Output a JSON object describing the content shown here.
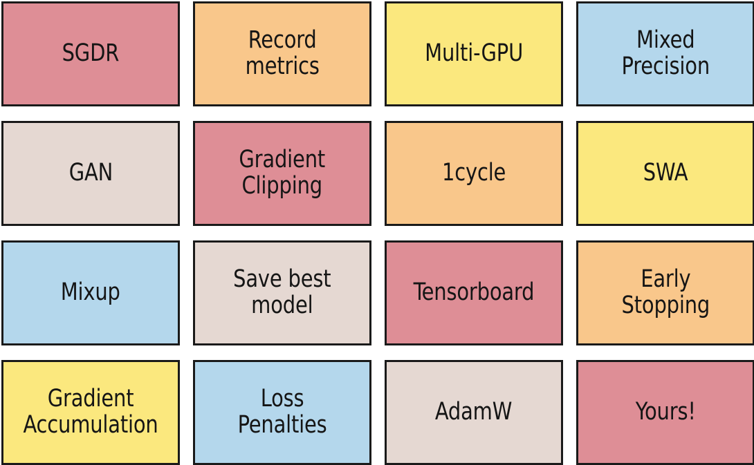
{
  "palette": {
    "rose": "#DE8E96",
    "orange": "#F9C78B",
    "yellow": "#FBE87E",
    "blue": "#B4D7EC",
    "beige": "#E5D8D2",
    "border": "#1a1a1a",
    "text": "#151515",
    "background": "#FFFFFF"
  },
  "grid": {
    "columns": 4,
    "rows": 4,
    "cards": [
      {
        "label": "SGDR",
        "color": "rose"
      },
      {
        "label": "Record\nmetrics",
        "color": "orange"
      },
      {
        "label": "Multi-GPU",
        "color": "yellow"
      },
      {
        "label": "Mixed\nPrecision",
        "color": "blue"
      },
      {
        "label": "GAN",
        "color": "beige"
      },
      {
        "label": "Gradient\nClipping",
        "color": "rose"
      },
      {
        "label": "1cycle",
        "color": "orange"
      },
      {
        "label": "SWA",
        "color": "yellow"
      },
      {
        "label": "Mixup",
        "color": "blue"
      },
      {
        "label": "Save best\nmodel",
        "color": "beige"
      },
      {
        "label": "Tensorboard",
        "color": "rose"
      },
      {
        "label": "Early\nStopping",
        "color": "orange"
      },
      {
        "label": "Gradient\nAccumulation",
        "color": "yellow"
      },
      {
        "label": "Loss\nPenalties",
        "color": "blue"
      },
      {
        "label": "AdamW",
        "color": "beige"
      },
      {
        "label": "Yours!",
        "color": "rose"
      }
    ]
  }
}
